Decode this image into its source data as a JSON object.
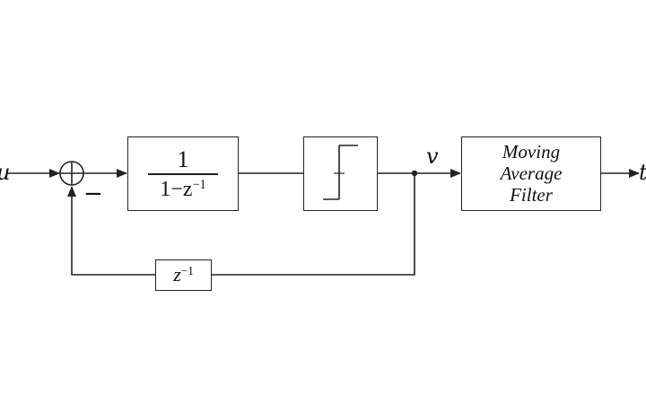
{
  "diagram": {
    "input_label": "u",
    "output_label": "t",
    "node_label": "v",
    "sum_sign": "−",
    "integrator": {
      "numerator": "1",
      "denominator_base": "1−z",
      "denominator_exp": "−1"
    },
    "quantizer_icon": "step-quantizer-icon",
    "filter": {
      "line1": "Moving",
      "line2": "Average",
      "line3": "Filter"
    },
    "delay": {
      "base": "z",
      "exp": "−1"
    },
    "colors": {
      "line": "#222222",
      "background": "#ffffff"
    }
  }
}
